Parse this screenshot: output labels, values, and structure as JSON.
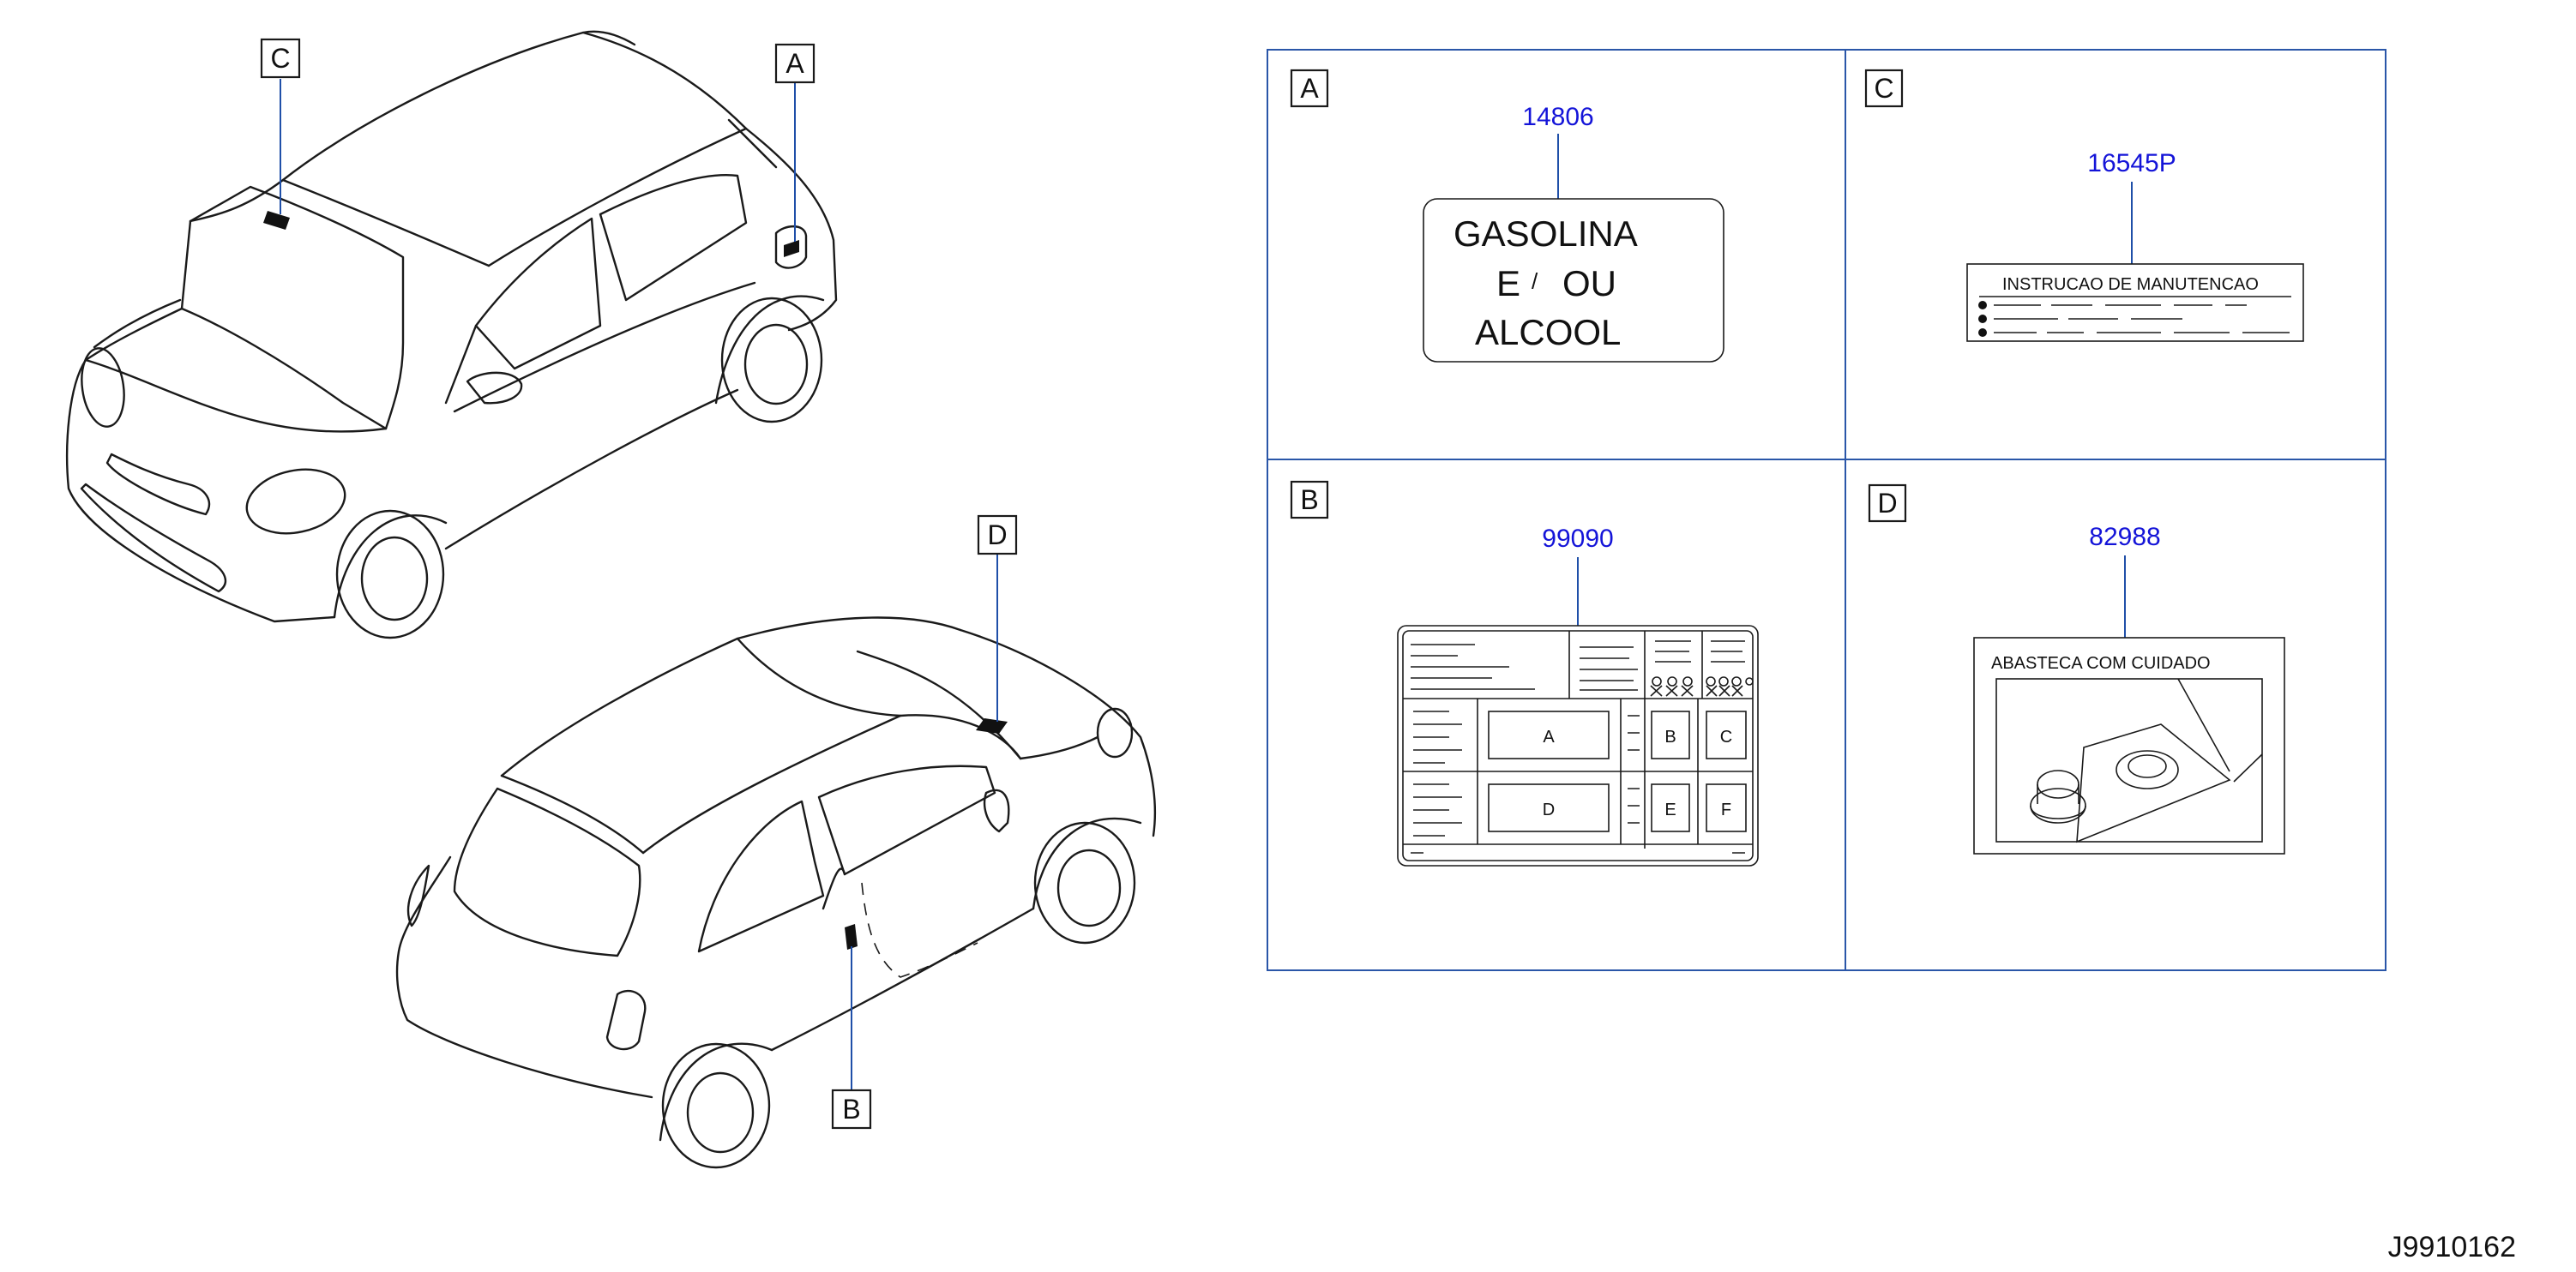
{
  "callouts": [
    {
      "letter": "C"
    },
    {
      "letter": "A"
    },
    {
      "letter": "D"
    },
    {
      "letter": "B"
    }
  ],
  "panels": [
    {
      "letter": "A",
      "part_number": "14806",
      "label_lines": [
        "GASOLINA",
        "E",
        "/",
        "OU",
        "ALCOOL"
      ]
    },
    {
      "letter": "C",
      "part_number": "16545P",
      "label_title": "INSTRUCAO   DE   MANUTENCAO"
    },
    {
      "letter": "B",
      "part_number": "99090",
      "cells": [
        "A",
        "B",
        "C",
        "D",
        "E",
        "F"
      ]
    },
    {
      "letter": "D",
      "part_number": "82988",
      "label_title": "ABASTECA   COM   CUIDADO"
    }
  ],
  "diagram_code": "J9910162"
}
